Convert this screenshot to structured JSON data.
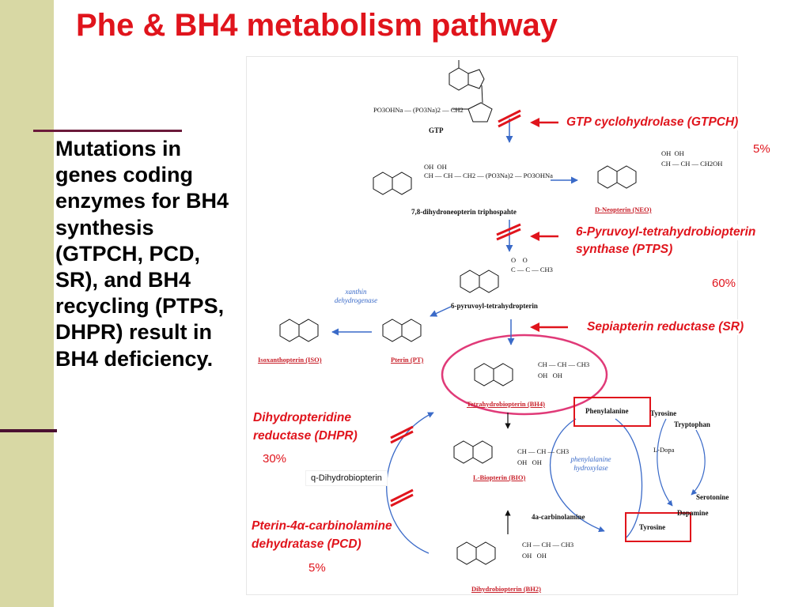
{
  "slide": {
    "title": "Phe & BH4 metabolism pathway",
    "body": "Mutations in genes coding enzymes for BH4 synthesis (GTPCH, PCD, SR), and BH4 recycling (PTPS, DHPR) result in BH4 deficiency."
  },
  "enzymes": {
    "gtpch": "GTP cyclohydrolase (GTPCH)",
    "ptps_1": "6-Pyruvoyl-tetrahydrobiopterin",
    "ptps_2": "synthase (PTPS)",
    "sr": "Sepiapterin reductase (SR)",
    "dhpr_1": "Dihydropteridine",
    "dhpr_2": "reductase (DHPR)",
    "pcd_1": "Pterin-4α-carbinolamine",
    "pcd_2": "dehydratase (PCD)"
  },
  "percents": {
    "gtpch": "5%",
    "ptps": "60%",
    "dhpr": "30%",
    "pcd": "5%"
  },
  "compounds": {
    "gtp": "GTP",
    "gtp_phosphate": "PO3OHNa — (PO3Na)2 — CH2",
    "dihydroneopterin": "7,8-dihydroneopterin triphospahte",
    "dihydroneopterin_chain": "OH  OH\nCH — CH — CH2 — (PO3Na)2 — PO3OHNa",
    "neopterin": "D-Neopterin (NEO)",
    "neopterin_chain": "OH  OH\nCH — CH — CH2OH",
    "pyruvoyl": "6-pyruvoyl-tetrahydropterin",
    "pyruvoyl_chain": "O    O\nC — C — CH3",
    "pterin": "Pterin (PT)",
    "isoxanthopterin": "Isoxanthopterin (ISO)",
    "xanthine_dh": "xanthin dehydrogenase",
    "bh4": "Tetrahydrobiopterin (BH4)",
    "bh4_chain": "CH — CH — CH3\nOH   OH",
    "biopterin": "L-Biopterin (BIO)",
    "biopterin_chain": "CH — CH — CH3\nOH   OH",
    "q_dihydro": "q-Dihydrobiopterin",
    "carbinolamine": "4a-carbinolamine",
    "dihydrobiopterin": "Dihydrobiopterin (BH2)",
    "dihydrobiopterin_chain": "CH — CH — CH3\nOH   OH",
    "phenylalanine": "Phenylalanine",
    "tyrosine_top": "Tyrosine",
    "tryptophan": "Tryptophan",
    "l_dopa": "L-Dopa",
    "serotonine": "Serotonine",
    "dopamine": "Dopamine",
    "tyrosine_box": "Tyrosine",
    "pah": "phenylalanine hydroxylase"
  },
  "colors": {
    "title": "#e0141c",
    "enzyme": "#e0141c",
    "arrow_red": "#e0141c",
    "arrow_blue": "#3a6ac8",
    "ring_highlight": "#e03a78",
    "side_band": "#d8d8a4"
  },
  "icons": [
    "red-left-arrow-icon",
    "blocked-double-bar-icon",
    "pteridine-ring-icon"
  ]
}
